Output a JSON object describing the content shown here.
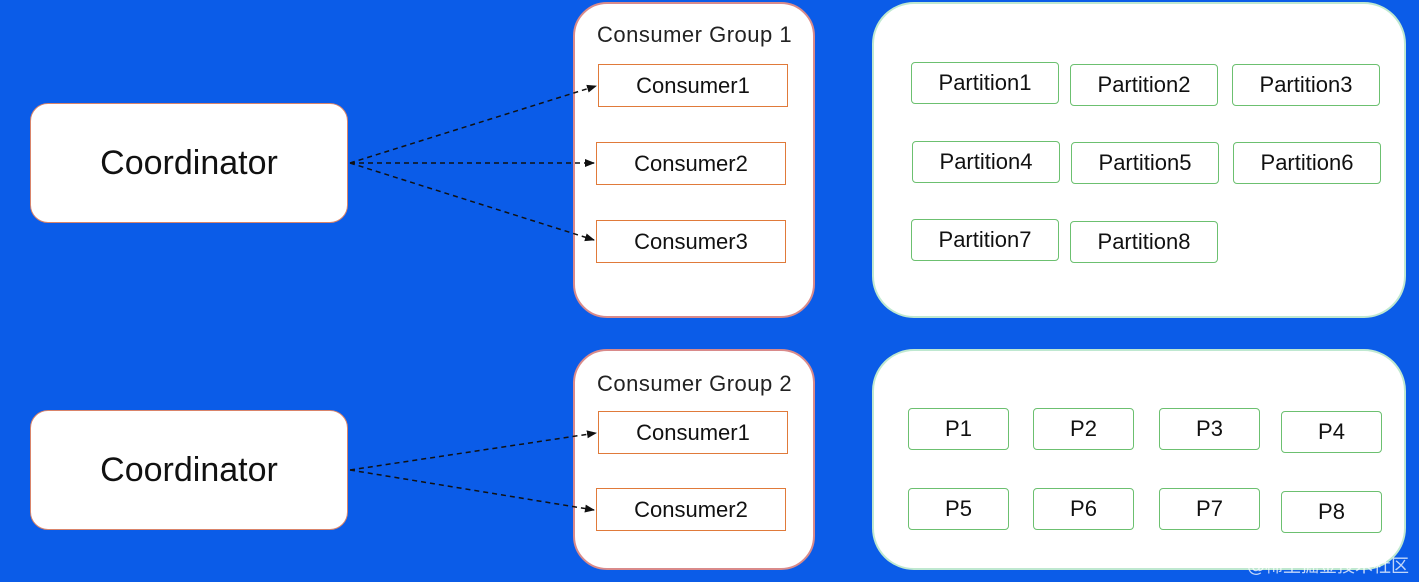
{
  "diagram": {
    "coordinator_1": "Coordinator",
    "coordinator_2": "Coordinator",
    "group_1": {
      "title": "Consumer Group 1",
      "consumers": [
        "Consumer1",
        "Consumer2",
        "Consumer3"
      ]
    },
    "group_2": {
      "title": "Consumer Group 2",
      "consumers": [
        "Consumer1",
        "Consumer2"
      ]
    },
    "partitions_1": [
      "Partition1",
      "Partition2",
      "Partition3",
      "Partition4",
      "Partition5",
      "Partition6",
      "Partition7",
      "Partition8"
    ],
    "partitions_2": [
      "P1",
      "P2",
      "P3",
      "P4",
      "P5",
      "P6",
      "P7",
      "P8"
    ]
  },
  "watermark": "@稀土掘金技术社区",
  "colors": {
    "background": "#0b5ce8",
    "consumer_border": "#e07a3a",
    "partition_border": "#6cc070"
  }
}
